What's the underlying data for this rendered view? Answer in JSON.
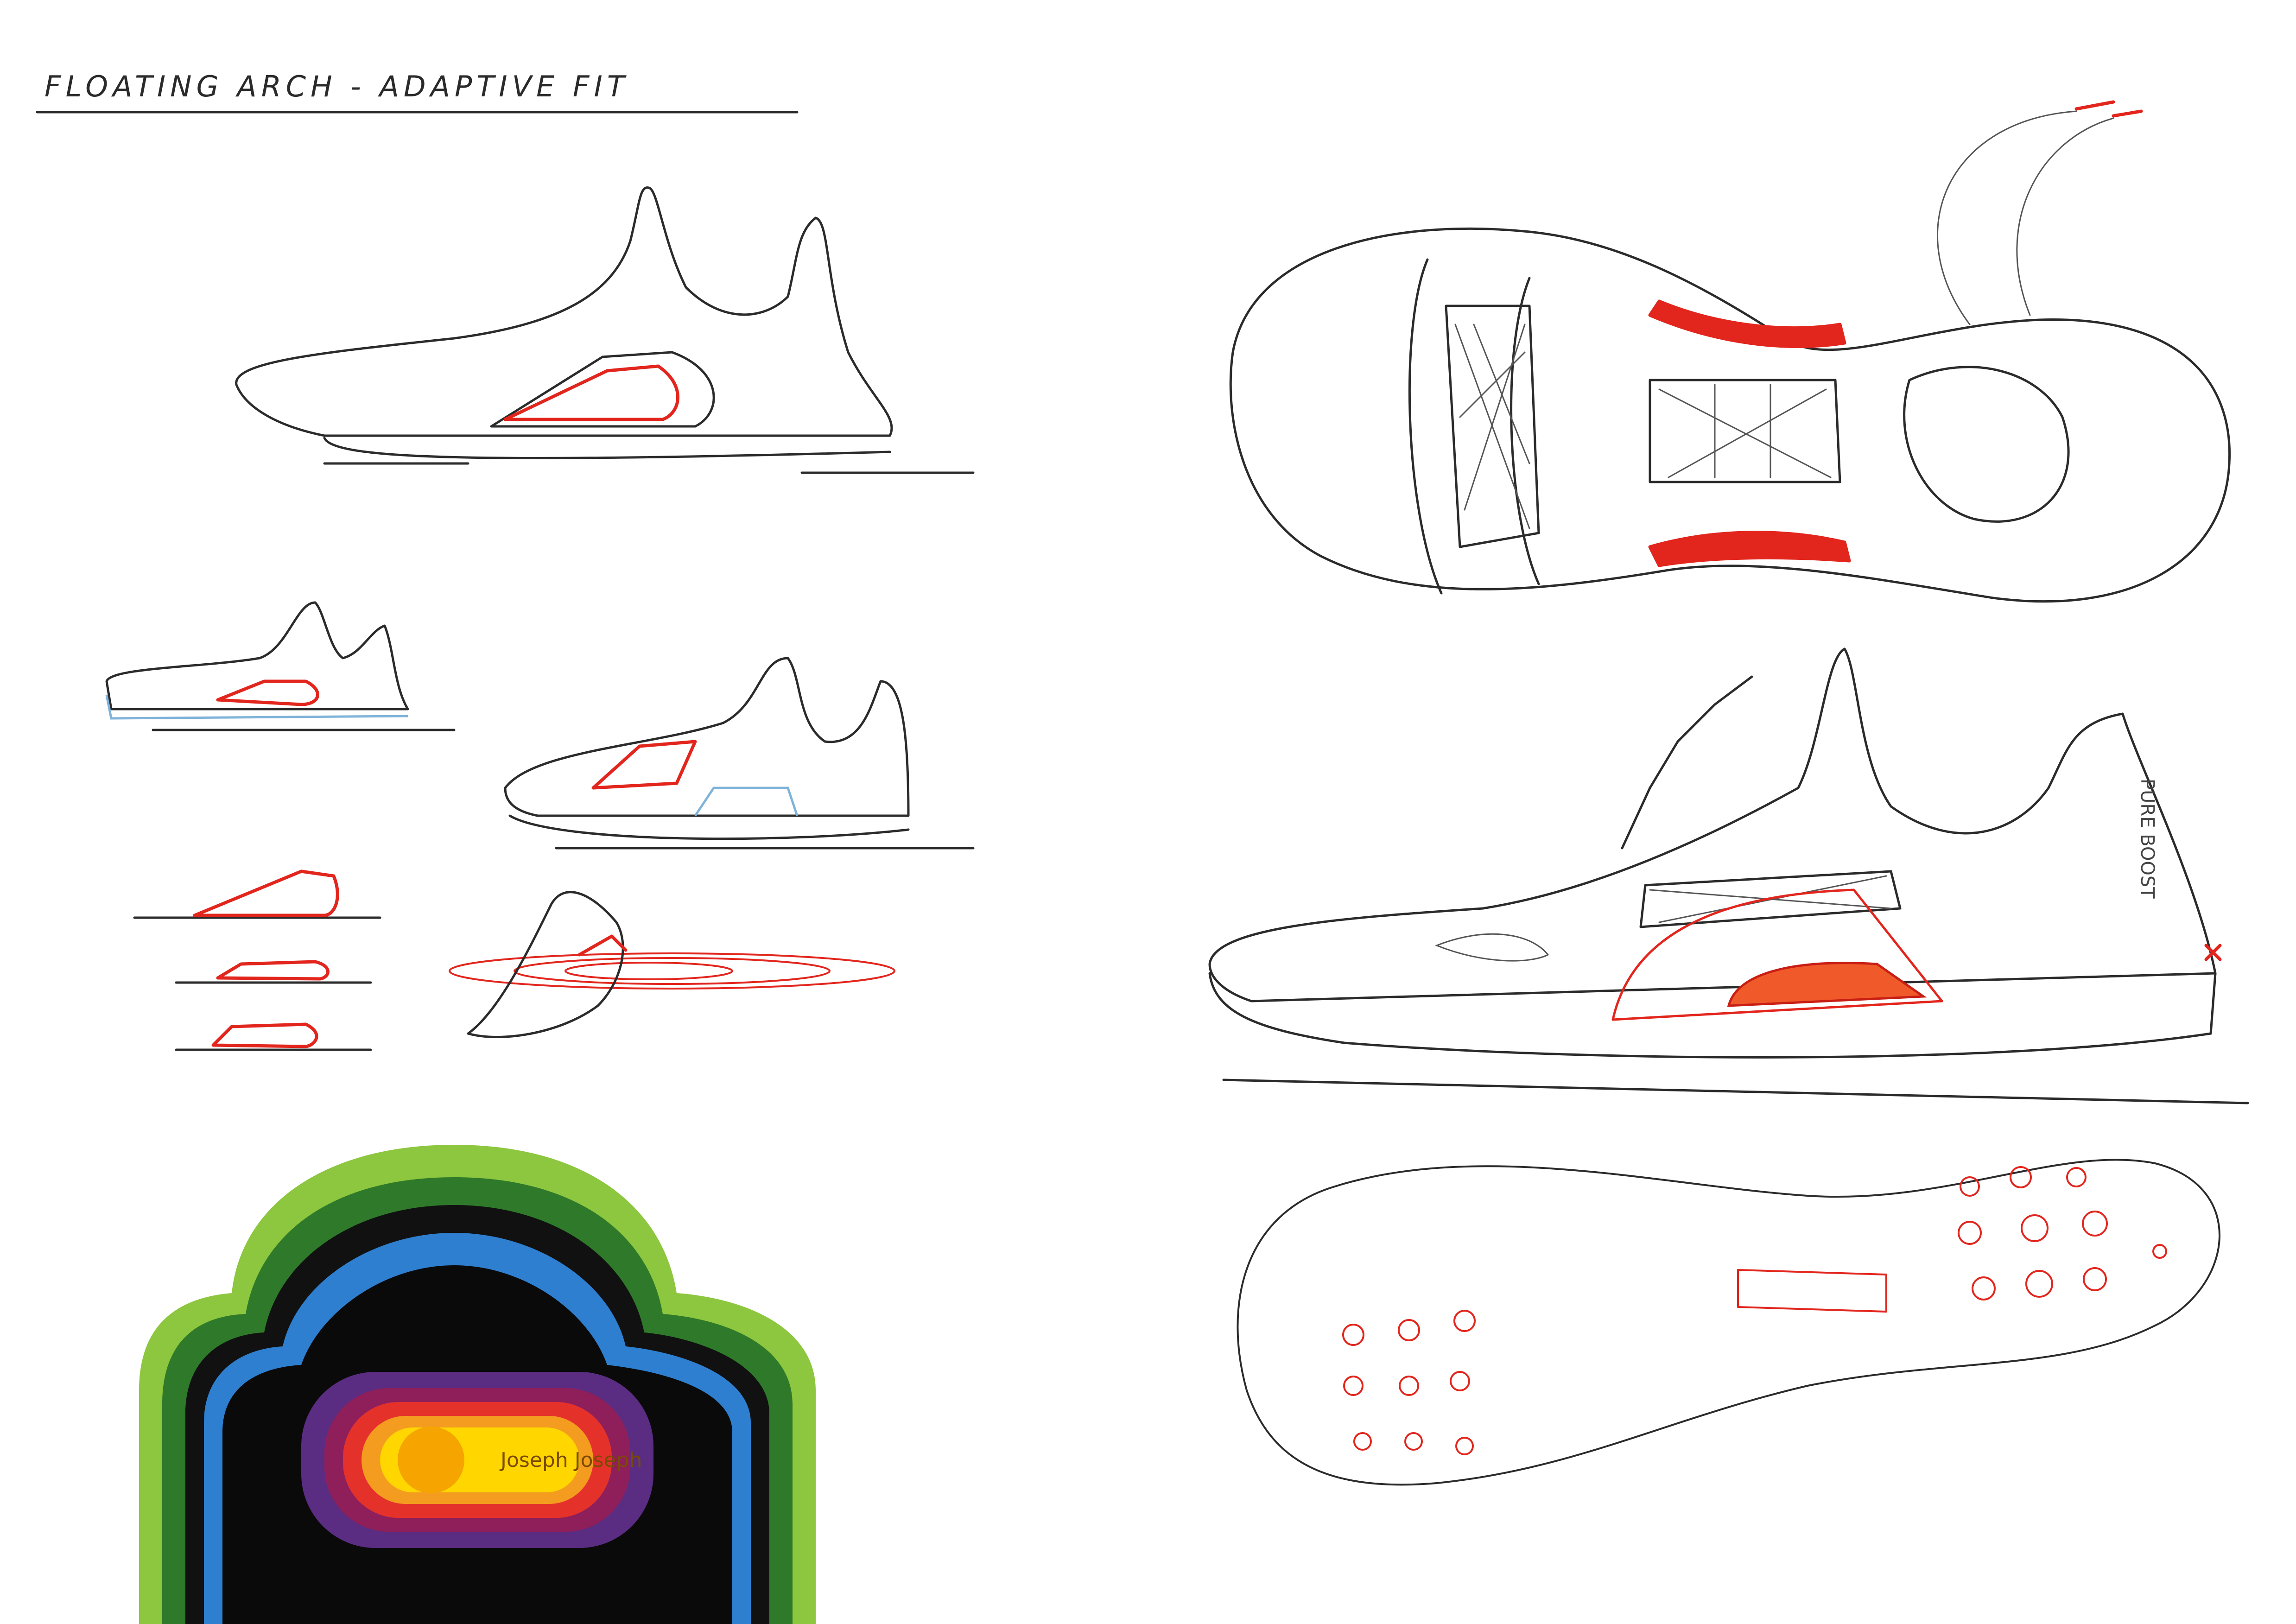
{
  "sheet": {
    "title": "FLOATING ARCH - ADAPTIVE FIT",
    "heel_text": "PURE BOOST",
    "brand_logo_text": "Joseph Joseph"
  },
  "colors": {
    "ink": "#2b2b2b",
    "accent_red": "#e2261d",
    "accent_orange": "#f05a2a",
    "highlight_blue": "#7fb3d9",
    "ring_green_light": "#8dc63f",
    "ring_green_dark": "#2f7a2a",
    "ring_blue": "#2e7fd0",
    "ring_purple": "#5a2d82",
    "ring_red": "#e4322b",
    "ring_orange": "#f39c1f",
    "ring_yellow": "#ffd600"
  }
}
